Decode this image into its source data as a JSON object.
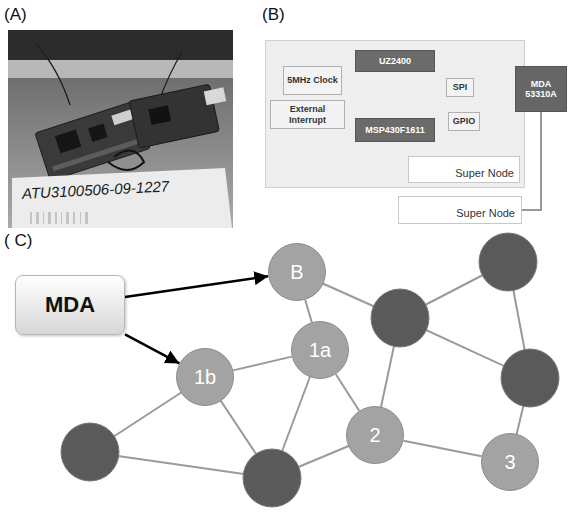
{
  "diagram": {
    "nodes": [
      {
        "text": [
          "Super Node"
        ]
      },
      {
        "text": [
          "UZ2400"
        ],
        "in": 0
      },
      {
        "text": [
          "5MHz Clock"
        ],
        "in": 0
      },
      {
        "text": [
          "SPI"
        ],
        "in": 0
      },
      {
        "text": [
          "External Interrupt"
        ],
        "in": 0
      },
      {
        "text": [
          "GPIO"
        ],
        "in": 0
      },
      {
        "text": [
          "MSP430F1611"
        ],
        "in": 0
      },
      {
        "text": [
          "MDA 53310A"
        ]
      },
      {
        "text": [
          "Super Node"
        ]
      },
      {
        "text": [
          "MDA"
        ]
      },
      {
        "text": [
          "B"
        ]
      },
      {
        "text": [
          "1b"
        ]
      },
      {
        "text": [
          "1a"
        ]
      },
      {
        "text": [
          "2"
        ]
      },
      {
        "text": [
          "3"
        ]
      }
    ],
    "edges": [
      {
        "from": 2,
        "to": 6,
        "arrow": "none"
      },
      {
        "from": 4,
        "to": 6,
        "arrow": "none"
      },
      {
        "from": 1,
        "to": 6,
        "arrow": "to"
      },
      {
        "from": 6,
        "to": 1,
        "arrow": "to"
      },
      {
        "from": 1,
        "to": 6,
        "arrow": "both"
      },
      {
        "from": 3,
        "to": 1,
        "arrow": "none"
      },
      {
        "from": 3,
        "to": 6,
        "arrow": "none"
      },
      {
        "from": 5,
        "to": 6,
        "arrow": "none"
      },
      {
        "from": 6,
        "to": 7,
        "arrow": "none"
      },
      {
        "from": 7,
        "to": 8,
        "arrow": "none"
      },
      {
        "from": 9,
        "to": 10,
        "arrow": "to"
      },
      {
        "from": 9,
        "to": 11,
        "arrow": "to"
      },
      {
        "from": 10,
        "to": 12,
        "arrow": "none"
      },
      {
        "from": 11,
        "to": 12,
        "arrow": "none"
      },
      {
        "from": 12,
        "to": 13,
        "arrow": "none"
      },
      {
        "from": 13,
        "to": 14,
        "arrow": "none"
      }
    ],
    "labels": [
      "(A)",
      "(B)",
      "( C)",
      "ATU3100506-09-1227"
    ]
  }
}
